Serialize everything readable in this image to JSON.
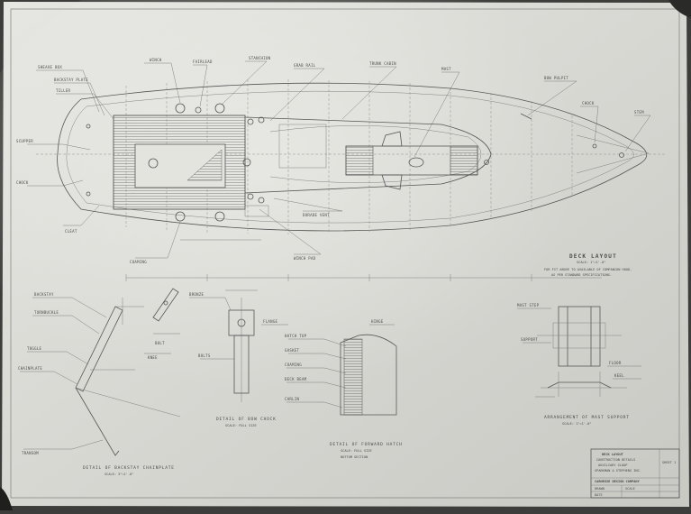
{
  "sheet": {
    "paper_color": "#dcdcd6",
    "ink_color": "#4a4a4a",
    "background_color": "#3d3d3b"
  },
  "deck_layout": {
    "title": "DECK LAYOUT",
    "scale": "SCALE: 1\"=1'-0\"",
    "note_1": "FOR FIT ABOVE TO AVAILABLE OF COMPANION HOOD,",
    "note_2": "AS PER STANDARD SPECIFICATIONS."
  },
  "detail_backstay": {
    "title": "DETAIL OF BACKSTAY CHAINPLATE",
    "scale": "SCALE: 3\"=1'-0\""
  },
  "detail_bow": {
    "title": "DETAIL OF BOW CHOCK",
    "scale": "SCALE: FULL SIZE"
  },
  "detail_hatch": {
    "title": "DETAIL OF FORWARD HATCH",
    "scale": "SCALE: FULL SIZE",
    "sub": "BOTTOM SECTION"
  },
  "detail_mast": {
    "title": "ARRANGEMENT OF MAST SUPPORT",
    "scale": "SCALE: 1\"=1'-0\""
  },
  "title_block": {
    "line1": "DECK LAYOUT",
    "line2": "CONSTRUCTION DETAILS",
    "line3": "AUXILIARY SLOOP",
    "line4": "SPARKMAN & STEPHENS INC.",
    "company": "CARNEGIE DESIGN COMPANY",
    "drawn_label": "DRAWN",
    "scale_label": "SCALE",
    "date_label": "DATE",
    "sheet_no": "SHEET 1"
  }
}
